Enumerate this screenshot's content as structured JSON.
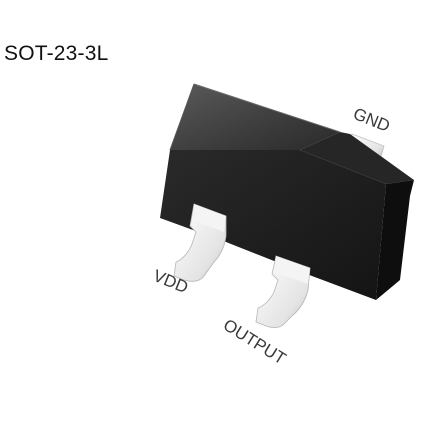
{
  "title": "SOT-23-3L",
  "pins": {
    "gnd": "GND",
    "vdd": "VDD",
    "output": "OUTPUT"
  },
  "colors": {
    "body_top": "#4a4a4a",
    "body_front": "#1c1c1c",
    "body_right": "#101010",
    "lead": "#ececec",
    "lead_shadow": "#b9b9b9",
    "label": "#3a3a3a"
  }
}
